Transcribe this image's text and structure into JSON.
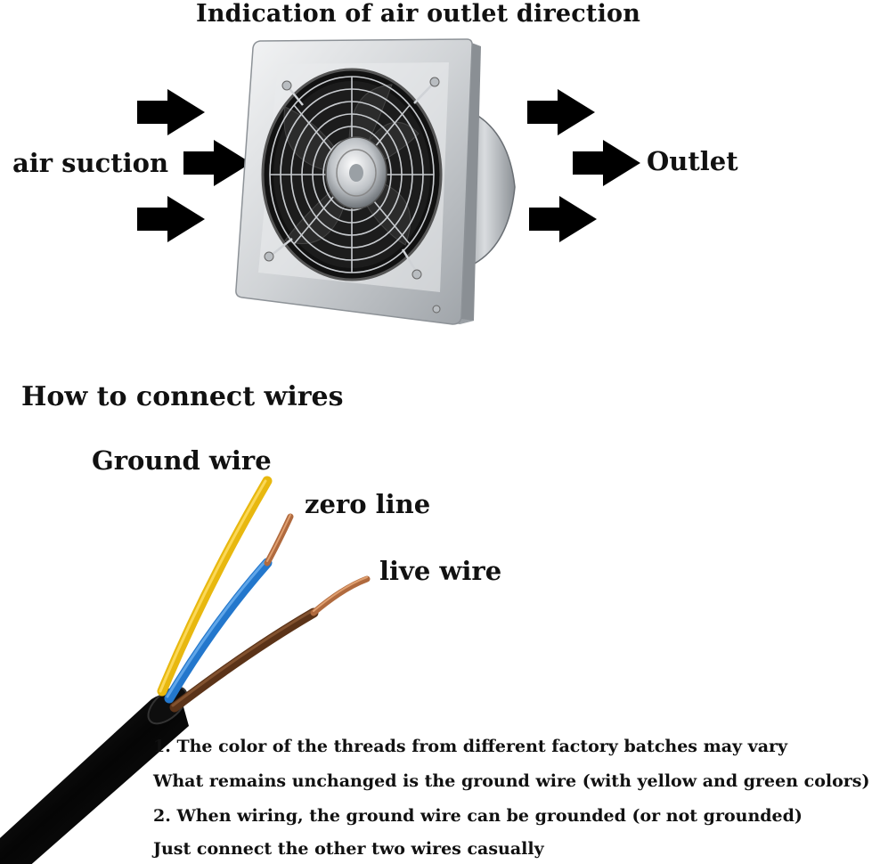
{
  "fan_section": {
    "title": "Indication of air outlet direction",
    "suction_label": "air suction",
    "outlet_label": "Outlet"
  },
  "wiring_section": {
    "title": "How to connect wires",
    "wires": {
      "ground": "Ground wire",
      "zero": "zero line",
      "live": "live wire"
    },
    "notes": [
      "1. The color of the threads from different factory batches may vary",
      "What remains unchanged is the ground wire (with yellow and green colors)",
      "2. When wiring, the ground wire can be grounded (or not grounded)",
      "Just connect the other two wires casually"
    ]
  },
  "colors": {
    "ground_wire": "#f2c21b",
    "zero_wire": "#2a7fd4",
    "live_wire": "#5b3318",
    "cable_jacket": "#0c0c0c",
    "copper": "#b06a3e",
    "fan_frame": "#d9dbdd",
    "arrow": "#000000"
  }
}
